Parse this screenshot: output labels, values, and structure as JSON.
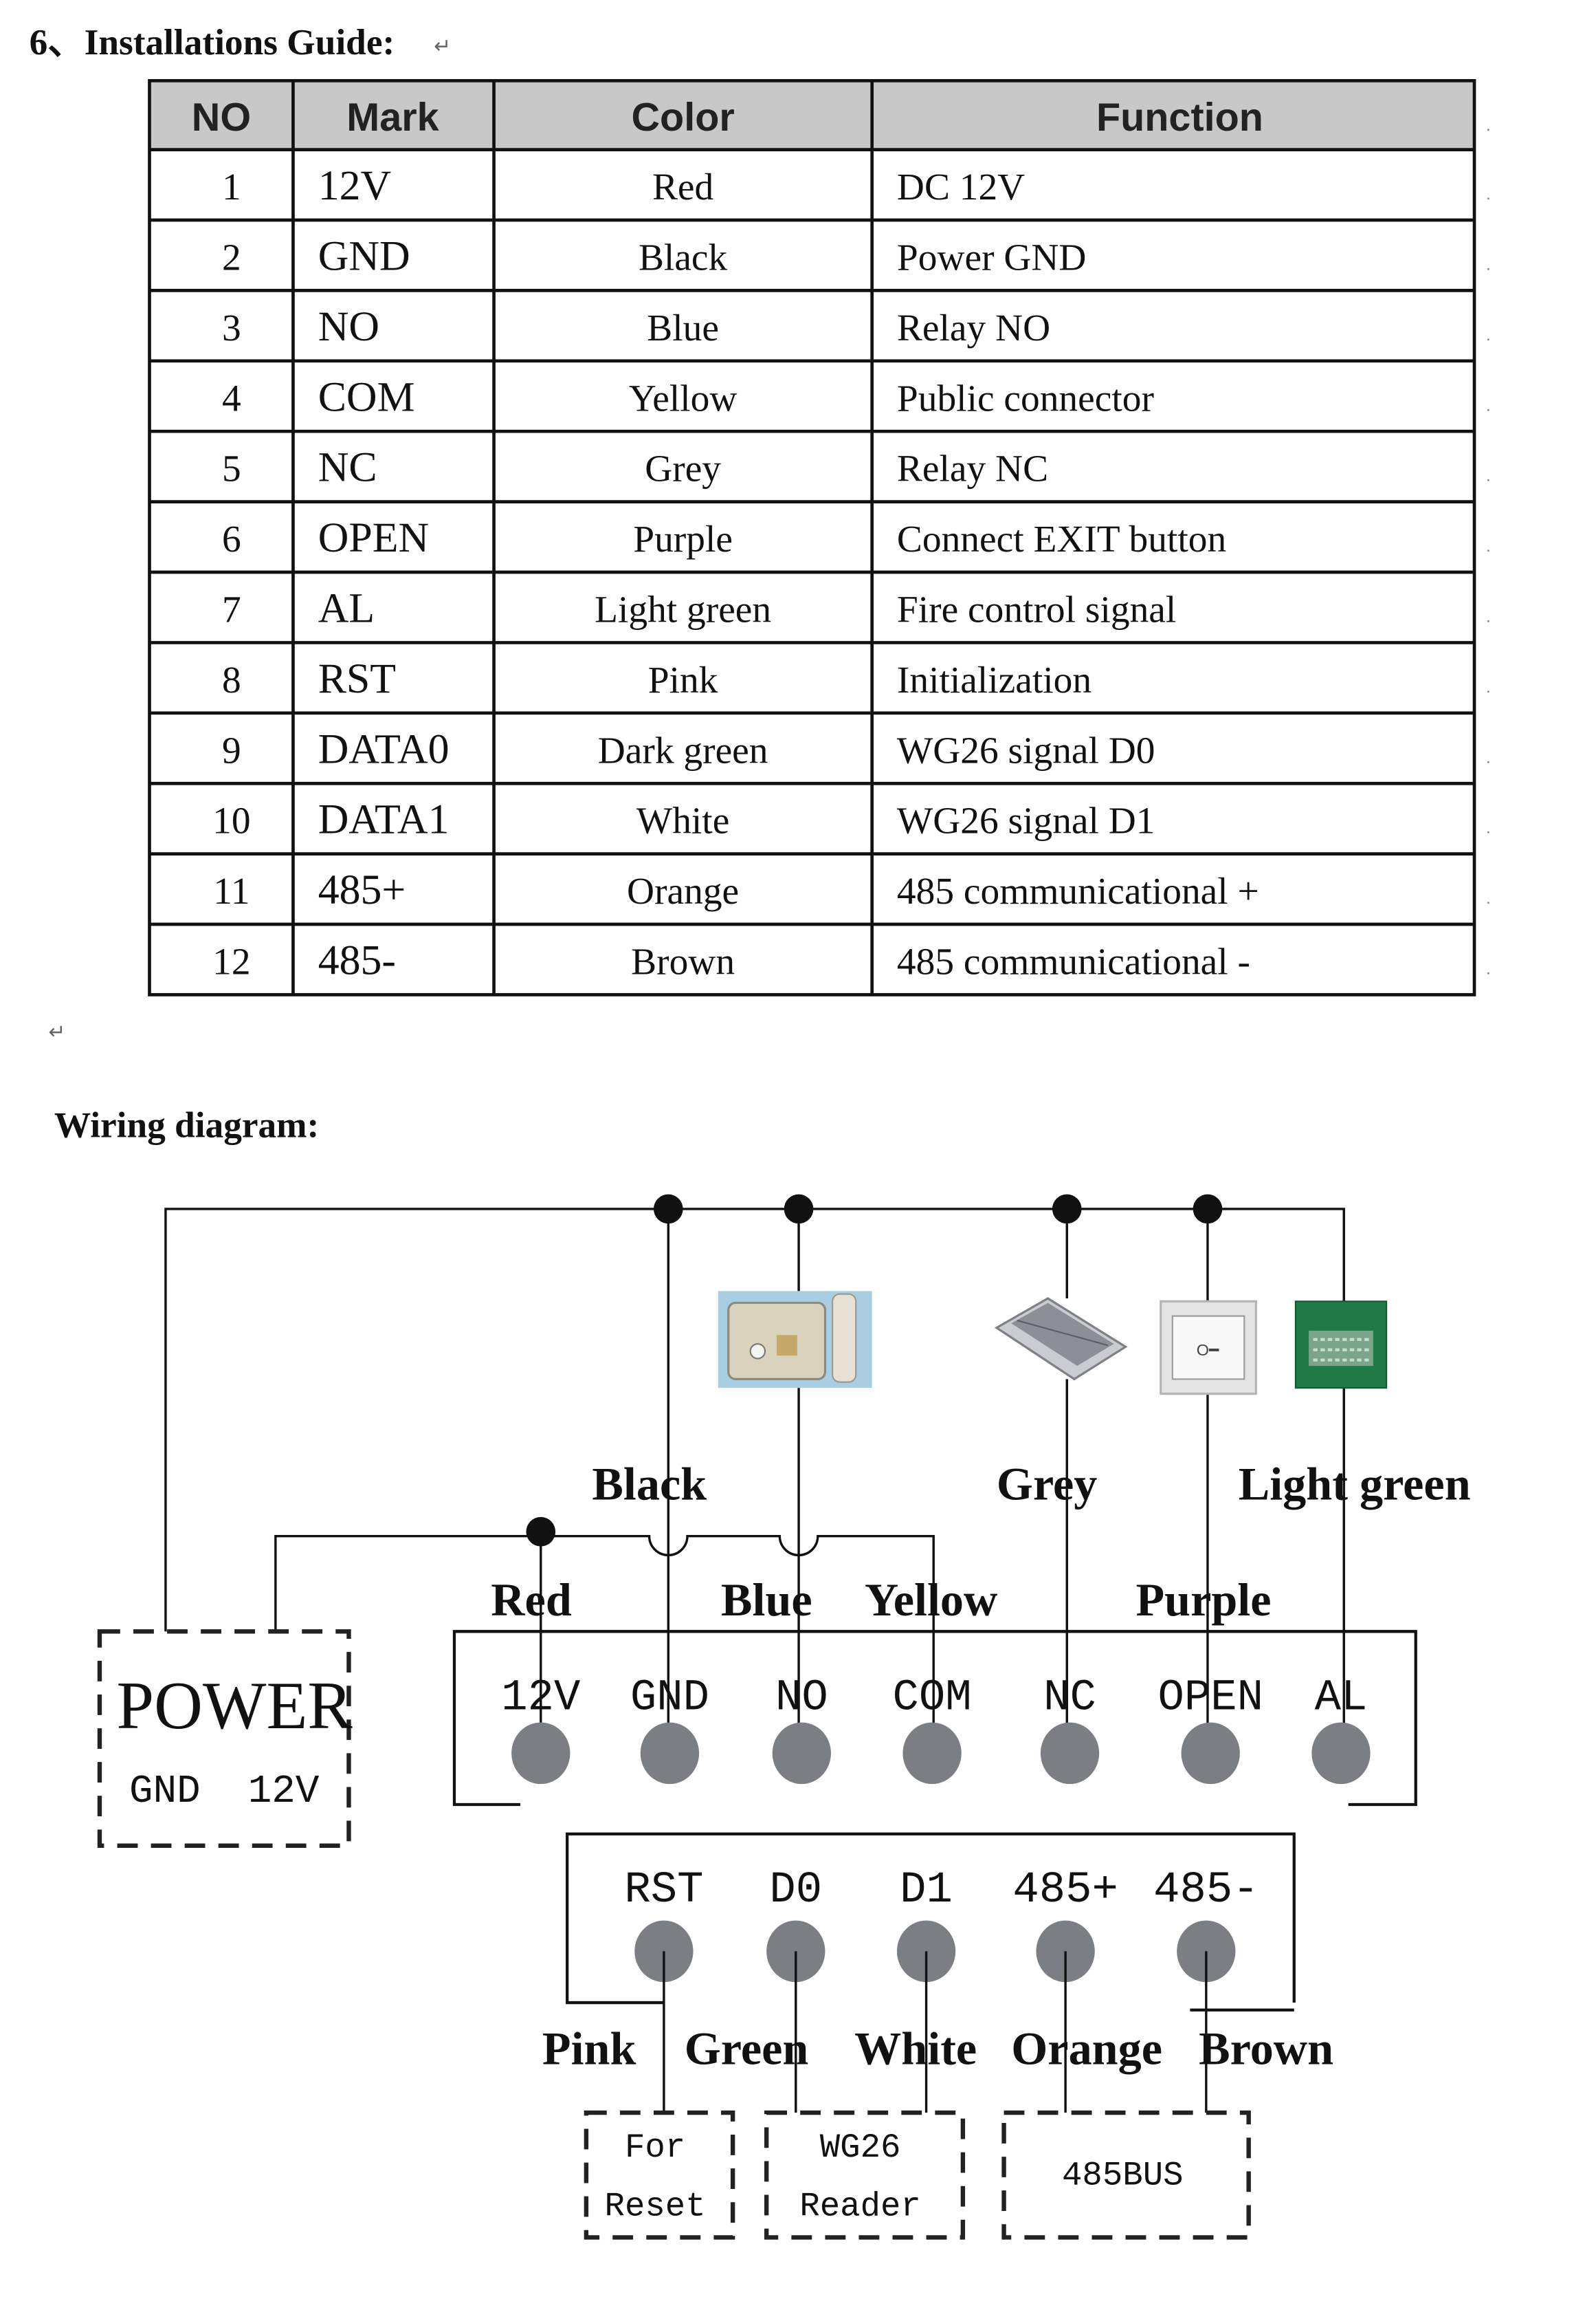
{
  "section": {
    "title": "6、Installations Guide:",
    "wiring_title": "Wiring diagram:"
  },
  "table": {
    "headers": [
      "NO",
      "Mark",
      "Color",
      "Function"
    ],
    "rows": [
      {
        "no": "1",
        "mark": "12V",
        "color": "Red",
        "function": "DC 12V"
      },
      {
        "no": "2",
        "mark": "GND",
        "color": "Black",
        "function": "Power GND"
      },
      {
        "no": "3",
        "mark": "NO",
        "color": "Blue",
        "function": "Relay NO"
      },
      {
        "no": "4",
        "mark": "COM",
        "color": "Yellow",
        "function": "Public connector"
      },
      {
        "no": "5",
        "mark": "NC",
        "color": "Grey",
        "function": "Relay NC"
      },
      {
        "no": "6",
        "mark": "OPEN",
        "color": "Purple",
        "function": "Connect EXIT button"
      },
      {
        "no": "7",
        "mark": "AL",
        "color": "Light green",
        "function": "Fire control signal"
      },
      {
        "no": "8",
        "mark": "RST",
        "color": "Pink",
        "function": "Initialization"
      },
      {
        "no": "9",
        "mark": "DATA0",
        "color": "Dark green",
        "function": "WG26 signal D0"
      },
      {
        "no": "10",
        "mark": "DATA1",
        "color": "White",
        "function": "WG26 signal   D1"
      },
      {
        "no": "11",
        "mark": "485+",
        "color": "Orange",
        "function": "485 communicational +"
      },
      {
        "no": "12",
        "mark": "485-",
        "color": "Brown",
        "function": "485 communicational -"
      }
    ],
    "header_bg": "#c8c8c8"
  },
  "diagram": {
    "power": {
      "title": "POWER",
      "terminals": "GND  12V"
    },
    "main_terminals": [
      "12V",
      "GND",
      "NO",
      "COM",
      "NC",
      "OPEN",
      "AL"
    ],
    "lower_terminals": [
      "RST",
      "D0",
      "D1",
      "485+",
      "485-"
    ],
    "wire_labels_top": [
      "Black",
      "Grey",
      "Light green"
    ],
    "wire_labels_mid": [
      "Red",
      "Blue",
      "Yellow",
      "Purple"
    ],
    "wire_labels_bottom": [
      "Pink",
      "Green",
      "White",
      "Orange",
      "Brown"
    ],
    "devices": [
      "electric-lock",
      "magnetic-lock",
      "exit-button",
      "fire-alarm-break-glass"
    ],
    "boxes": {
      "reset": [
        "For",
        "Reset"
      ],
      "reader": [
        "WG26",
        "Reader"
      ],
      "bus": "485BUS"
    },
    "terminal_color": "#7b7f84"
  }
}
